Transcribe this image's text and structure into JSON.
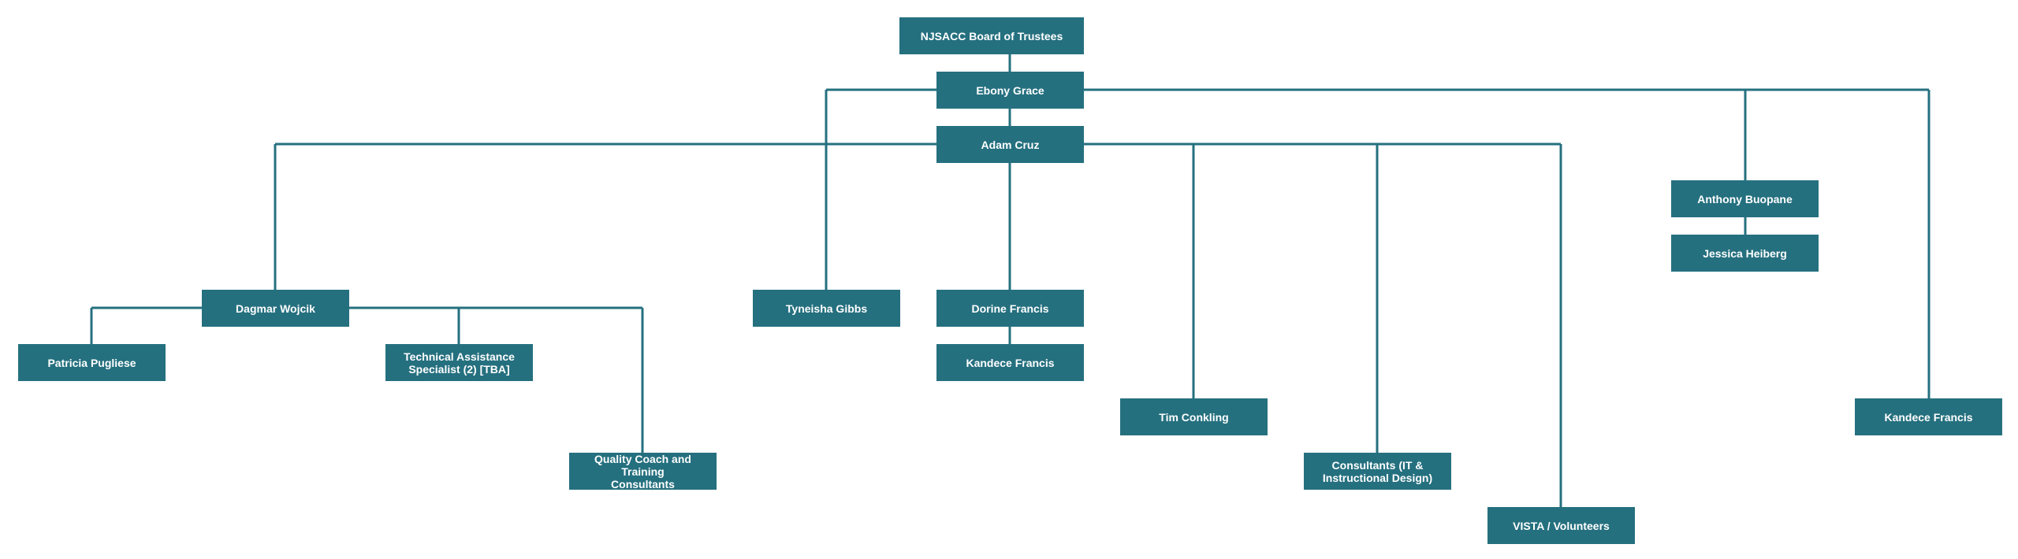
{
  "colors": {
    "node_fill": "#25707f",
    "node_text": "#ffffff",
    "connector": "#25707f"
  },
  "nodes": {
    "board": "NJSACC Board of Trustees",
    "ebony": "Ebony Grace",
    "adam": "Adam Cruz",
    "dagmar": "Dagmar Wojcik",
    "patricia": "Patricia Pugliese",
    "tas_line1": "Technical Assistance",
    "tas_line2": "Specialist (2) [TBA]",
    "qc_line1": "Quality Coach and Training",
    "qc_line2": "Consultants",
    "tyneisha": "Tyneisha Gibbs",
    "dorine": "Dorine Francis",
    "kandece1": "Kandece Francis",
    "tim": "Tim Conkling",
    "consult_line1": "Consultants (IT &",
    "consult_line2": "Instructional Design)",
    "vista": "VISTA / Volunteers",
    "anthony": "Anthony Buopane",
    "jessica": "Jessica Heiberg",
    "kandece2": "Kandece Francis"
  }
}
